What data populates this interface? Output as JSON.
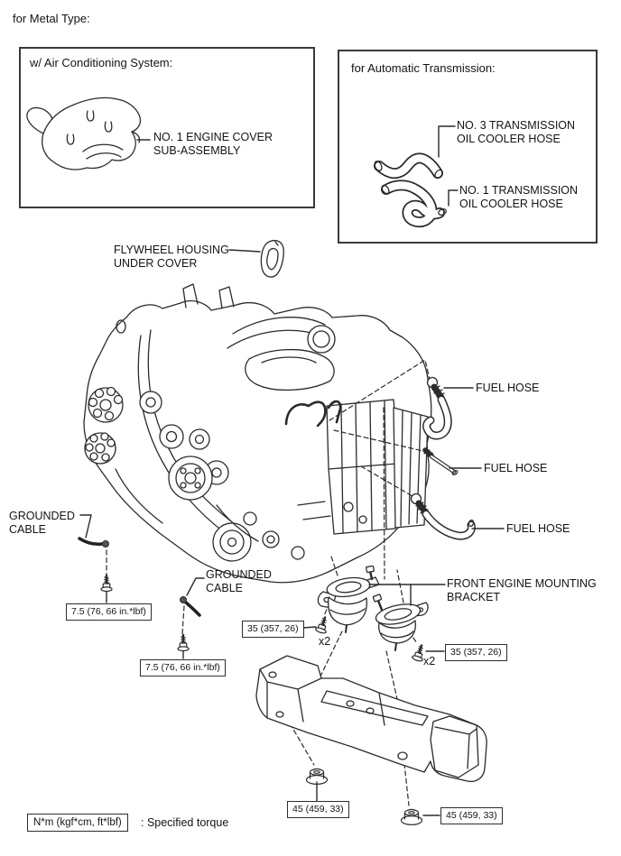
{
  "header": {
    "title": "for Metal Type:"
  },
  "ac_box": {
    "title": "w/ Air Conditioning System:",
    "cover_label_1": "NO. 1 ENGINE COVER",
    "cover_label_2": "SUB-ASSEMBLY"
  },
  "at_box": {
    "title": "for Automatic Transmission:",
    "hose3_label_1": "NO. 3 TRANSMISSION",
    "hose3_label_2": "OIL COOLER HOSE",
    "hose1_label_1": "NO. 1 TRANSMISSION",
    "hose1_label_2": "OIL COOLER HOSE"
  },
  "labels": {
    "flywheel_1": "FLYWHEEL HOUSING",
    "flywheel_2": "UNDER COVER",
    "fuel_hose": "FUEL HOSE",
    "grounded_1": "GROUNDED",
    "grounded_2": "CABLE",
    "front_mount_1": "FRONT ENGINE MOUNTING",
    "front_mount_2": "BRACKET",
    "quantity_x2": "x2"
  },
  "torques": {
    "ground_bolt": "7.5 (76, 66 in.*lbf)",
    "mount_bolt": "35 (357, 26)",
    "member_nut": "45 (459, 33)"
  },
  "legend": {
    "unit_box": "N*m (kgf*cm, ft*lbf)",
    "description": ": Specified torque"
  },
  "colors": {
    "line": "#2b2b2b",
    "text": "#141414"
  }
}
